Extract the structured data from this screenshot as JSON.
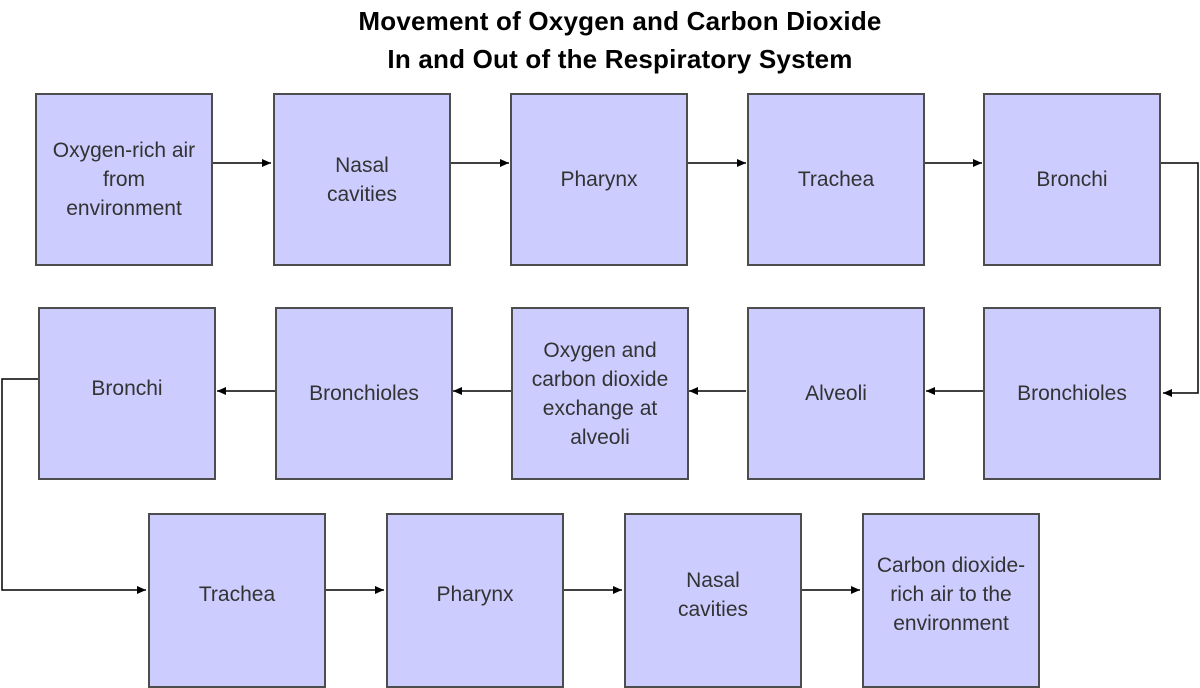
{
  "title": {
    "line1": "Movement of Oxygen and Carbon Dioxide",
    "line2": "In and Out of the Respiratory System"
  },
  "nodes": [
    "Oxygen-rich air from environment",
    "Nasal cavities",
    "Pharynx",
    "Trachea",
    "Bronchi",
    "Bronchioles",
    "Alveoli",
    "Oxygen and carbon dioxide exchange at alveoli",
    "Bronchioles",
    "Bronchi",
    "Trachea",
    "Pharynx",
    "Nasal cavities",
    "Carbon dioxide-rich air to the environment"
  ],
  "colors": {
    "box_fill": "#ccccff",
    "box_border": "#4d4d4d",
    "connector": "#000000"
  }
}
